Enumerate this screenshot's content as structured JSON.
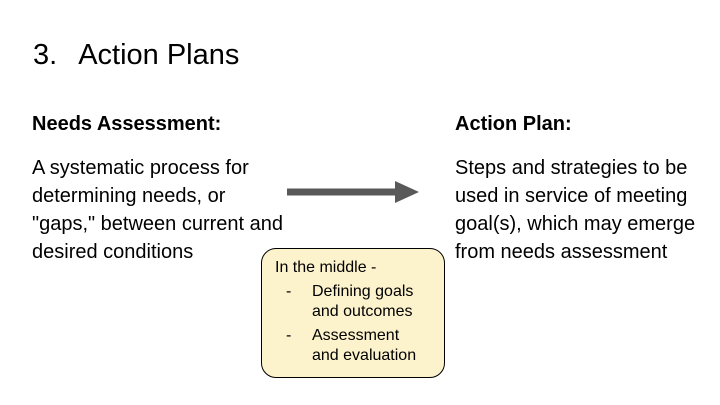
{
  "slide": {
    "background_color": "#ffffff",
    "title": {
      "number": "3.",
      "text": "Action Plans"
    },
    "columns": {
      "left": {
        "header": "Needs Assessment:",
        "body_lines": [
          "A systematic process for",
          "determining needs, or",
          "\"gaps,\" between current and",
          "desired conditions"
        ]
      },
      "right": {
        "header": "Action Plan:",
        "body_lines": [
          "Steps and strategies to be",
          "used in service of meeting",
          "goal(s), which may emerge",
          "from needs assessment"
        ]
      }
    },
    "arrow": {
      "icon": "arrow-right-icon",
      "color": "#595959"
    },
    "callout": {
      "fill_color": "#fcf2cc",
      "border_color": "#000000",
      "intro": "In the middle -",
      "bullet_char": "-",
      "bullets": [
        {
          "line1": "Defining goals",
          "line2": "and outcomes"
        },
        {
          "line1": "Assessment",
          "line2": "and evaluation"
        }
      ]
    }
  }
}
